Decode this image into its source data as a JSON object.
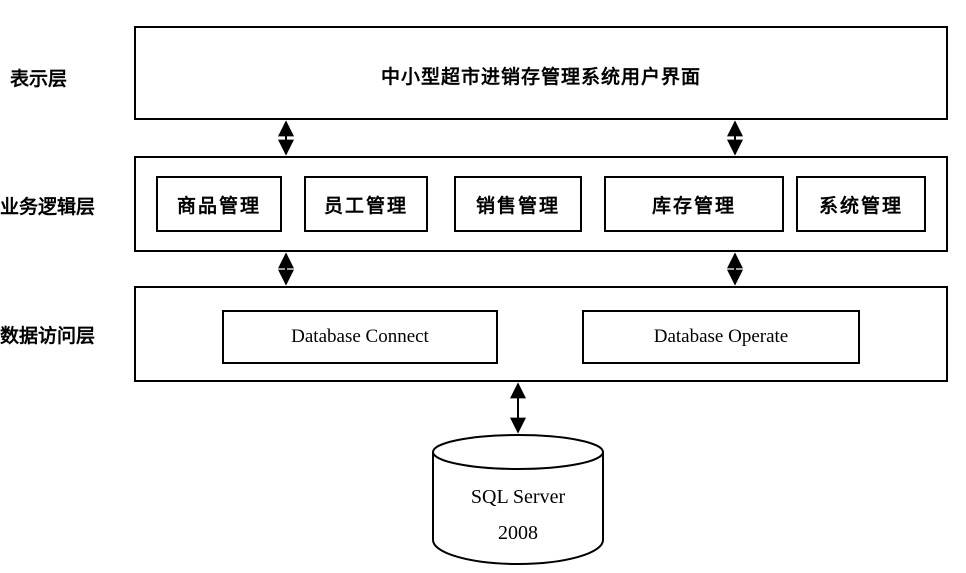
{
  "layers": {
    "presentation": {
      "label": "表示层",
      "title": "中小型超市进销存管理系统用户界面"
    },
    "business": {
      "label": "业务逻辑层",
      "modules": [
        "商品管理",
        "员工管理",
        "销售管理",
        "库存管理",
        "系统管理"
      ]
    },
    "data_access": {
      "label": "数据访问层",
      "components": [
        "Database Connect",
        "Database Operate"
      ]
    }
  },
  "database": {
    "line1": "SQL Server",
    "line2": "2008"
  }
}
